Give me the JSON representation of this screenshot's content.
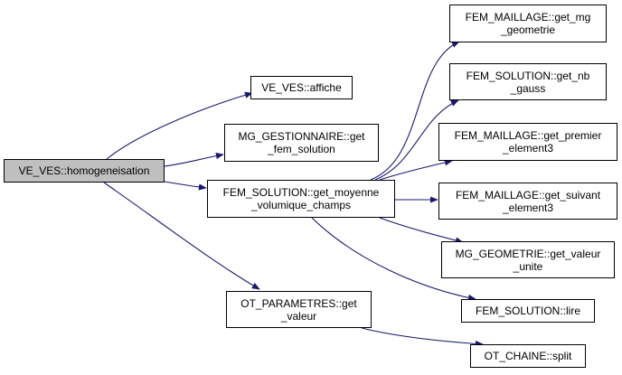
{
  "diagram": {
    "type": "call-graph",
    "edge_color": "#191970",
    "root": "root",
    "nodes": [
      {
        "id": "root",
        "label": "VE_VES::homogeneisation",
        "lines": [
          "VE_VES::homogeneisation"
        ]
      },
      {
        "id": "affiche",
        "label": "VE_VES::affiche",
        "lines": [
          "VE_VES::affiche"
        ]
      },
      {
        "id": "gestionnaire",
        "label": "MG_GESTIONNAIRE::get_fem_solution",
        "lines": [
          "MG_GESTIONNAIRE::get",
          "_fem_solution"
        ]
      },
      {
        "id": "moyenne",
        "label": "FEM_SOLUTION::get_moyenne_volumique_champs",
        "lines": [
          "FEM_SOLUTION::get_moyenne",
          "_volumique_champs"
        ]
      },
      {
        "id": "parametres",
        "label": "OT_PARAMETRES::get_valeur",
        "lines": [
          "OT_PARAMETRES::get",
          "_valeur"
        ]
      },
      {
        "id": "mg_geometrie",
        "label": "FEM_MAILLAGE::get_mg_geometrie",
        "lines": [
          "FEM_MAILLAGE::get_mg",
          "_geometrie"
        ]
      },
      {
        "id": "nb_gauss",
        "label": "FEM_SOLUTION::get_nb_gauss",
        "lines": [
          "FEM_SOLUTION::get_nb",
          "_gauss"
        ]
      },
      {
        "id": "premier",
        "label": "FEM_MAILLAGE::get_premier_element3",
        "lines": [
          "FEM_MAILLAGE::get_premier",
          "_element3"
        ]
      },
      {
        "id": "suivant",
        "label": "FEM_MAILLAGE::get_suivant_element3",
        "lines": [
          "FEM_MAILLAGE::get_suivant",
          "_element3"
        ]
      },
      {
        "id": "valeur_unite",
        "label": "MG_GEOMETRIE::get_valeur_unite",
        "lines": [
          "MG_GEOMETRIE::get_valeur",
          "_unite"
        ]
      },
      {
        "id": "lire",
        "label": "FEM_SOLUTION::lire",
        "lines": [
          "FEM_SOLUTION::lire"
        ]
      },
      {
        "id": "split",
        "label": "OT_CHAINE::split",
        "lines": [
          "OT_CHAINE::split"
        ]
      }
    ],
    "edges": [
      {
        "from": "root",
        "to": "affiche"
      },
      {
        "from": "root",
        "to": "gestionnaire"
      },
      {
        "from": "root",
        "to": "moyenne"
      },
      {
        "from": "root",
        "to": "parametres"
      },
      {
        "from": "moyenne",
        "to": "mg_geometrie"
      },
      {
        "from": "moyenne",
        "to": "nb_gauss"
      },
      {
        "from": "moyenne",
        "to": "premier"
      },
      {
        "from": "moyenne",
        "to": "suivant"
      },
      {
        "from": "moyenne",
        "to": "valeur_unite"
      },
      {
        "from": "moyenne",
        "to": "lire"
      },
      {
        "from": "parametres",
        "to": "split"
      }
    ]
  }
}
